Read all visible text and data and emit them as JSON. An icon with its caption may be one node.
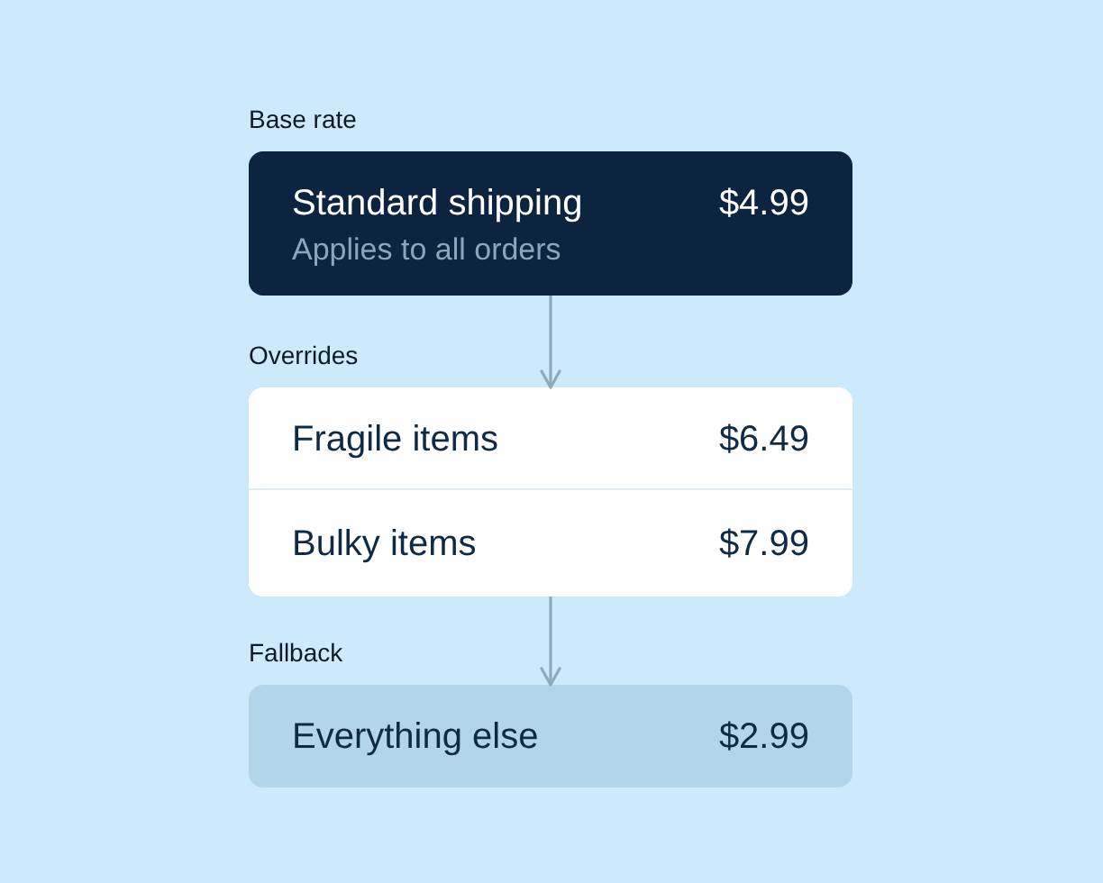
{
  "diagram": {
    "nodes": [
      {
        "text": [
          "Base rate",
          "Standard shipping",
          "$4.99",
          "Applies to all orders"
        ]
      },
      {
        "text": [
          "Overrides"
        ]
      },
      {
        "text": [
          "Fragile items",
          "$6.49"
        ],
        "in": 1
      },
      {
        "text": [
          "Bulky items",
          "$7.99"
        ],
        "in": 1
      },
      {
        "text": [
          "Fallback",
          "Everything else",
          "$2.99"
        ]
      }
    ],
    "edges": [
      {
        "from": 0,
        "to": 1,
        "arrow": "to"
      },
      {
        "from": 1,
        "to": 4,
        "arrow": "to"
      }
    ]
  }
}
